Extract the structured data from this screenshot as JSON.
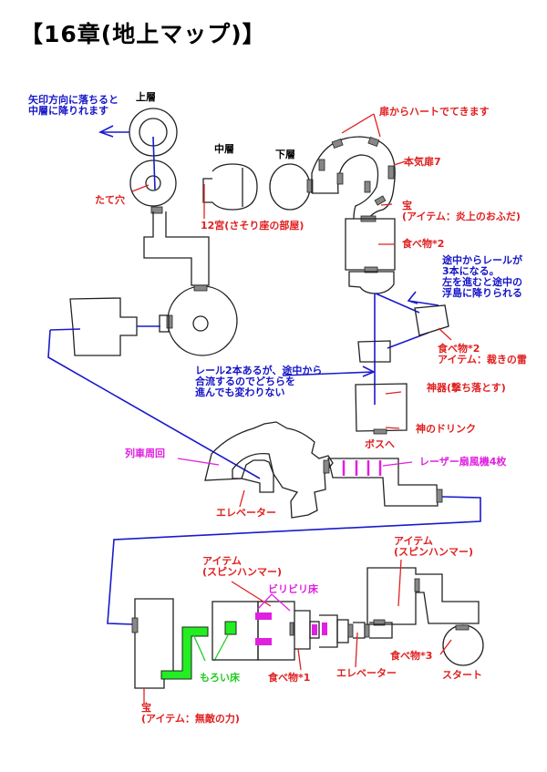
{
  "title": "【16章(地上マップ)】",
  "floors": {
    "upper": "上層",
    "middle": "中層",
    "lower": "下層"
  },
  "notes": {
    "arrow_fall": [
      "矢印方向に落ちると",
      "中層に降りれます"
    ],
    "rail_three": [
      "途中からレールが",
      "3本になる。",
      "左を進むと途中の",
      "浮島に降りられる"
    ],
    "rail_two": [
      "レール2本あるが、途中から",
      "合流するのでどちらを",
      "進んでも変わりない"
    ]
  },
  "labels": {
    "tate_ana": "たて穴",
    "room12": "12宮(さそり座の部屋)",
    "door_heart": "扉からハートでてきます",
    "honki_door": "本気扉7",
    "treasure1": [
      "宝",
      "(アイテム：炎上のおふだ)"
    ],
    "food2_a": "食べ物*2",
    "food2_item": [
      "食べ物*2",
      "アイテム：裁きの雷"
    ],
    "shinki": "神器(撃ち落とす)",
    "kami_drink": "神のドリンク",
    "to_boss": "ボスへ",
    "laser": "レーザー扇風機4枚",
    "train_loop": "列車周回",
    "elevator1": "エレベーター",
    "item_spin1": [
      "アイテム",
      "(スピンハンマー)"
    ],
    "biribiri": "ビリビリ床",
    "item_spin2": [
      "アイテム",
      "(スピンハンマー)"
    ],
    "moroi": "もろい床",
    "food1": "食べ物*1",
    "elevator2": "エレベーター",
    "food3": "食べ物*3",
    "start": "スタート",
    "treasure2": [
      "宝",
      "(アイテム：無敵の力)"
    ]
  },
  "colors": {
    "annotation_red": "#e02020",
    "annotation_blue": "#1515c8",
    "hazard_magenta": "#e020e0",
    "fragile_green": "#22cc22"
  }
}
